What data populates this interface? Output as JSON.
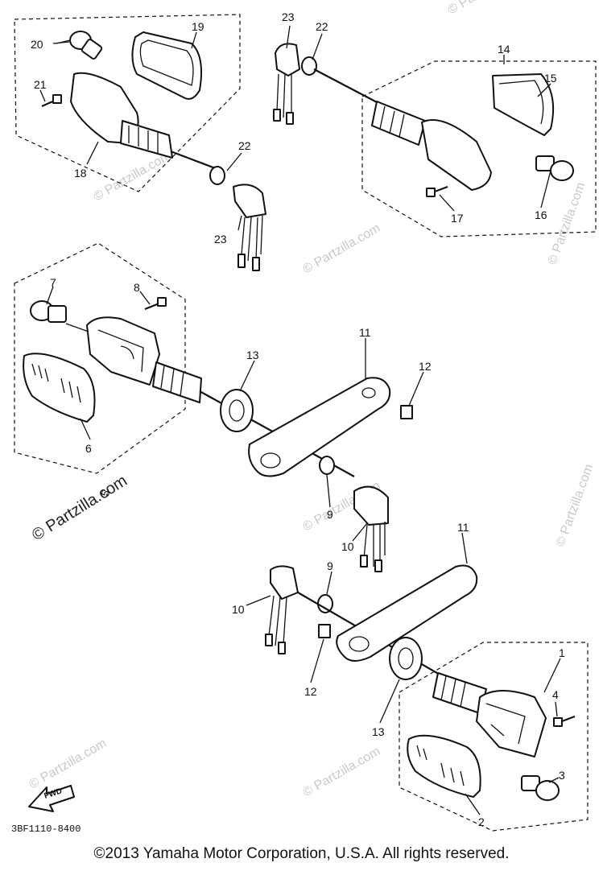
{
  "callouts": {
    "c1": "1",
    "c2": "2",
    "c3": "3",
    "c4": "4",
    "c5": "5",
    "c6": "6",
    "c7": "7",
    "c8": "8",
    "c9a": "9",
    "c9b": "9",
    "c10a": "10",
    "c10b": "10",
    "c11a": "11",
    "c11b": "11",
    "c12a": "12",
    "c12b": "12",
    "c13a": "13",
    "c13b": "13",
    "c14": "14",
    "c15": "15",
    "c16": "16",
    "c17": "17",
    "c18": "18",
    "c19": "19",
    "c20": "20",
    "c21": "21",
    "c22a": "22",
    "c22b": "22",
    "c23a": "23",
    "c23b": "23"
  },
  "fwd_label": "FWD",
  "diagram_code": "3BF1110-8400",
  "watermark": "© Partzilla.com",
  "copyright": "©2013  Yamaha Motor Corporation, U.S.A. All rights reserved."
}
